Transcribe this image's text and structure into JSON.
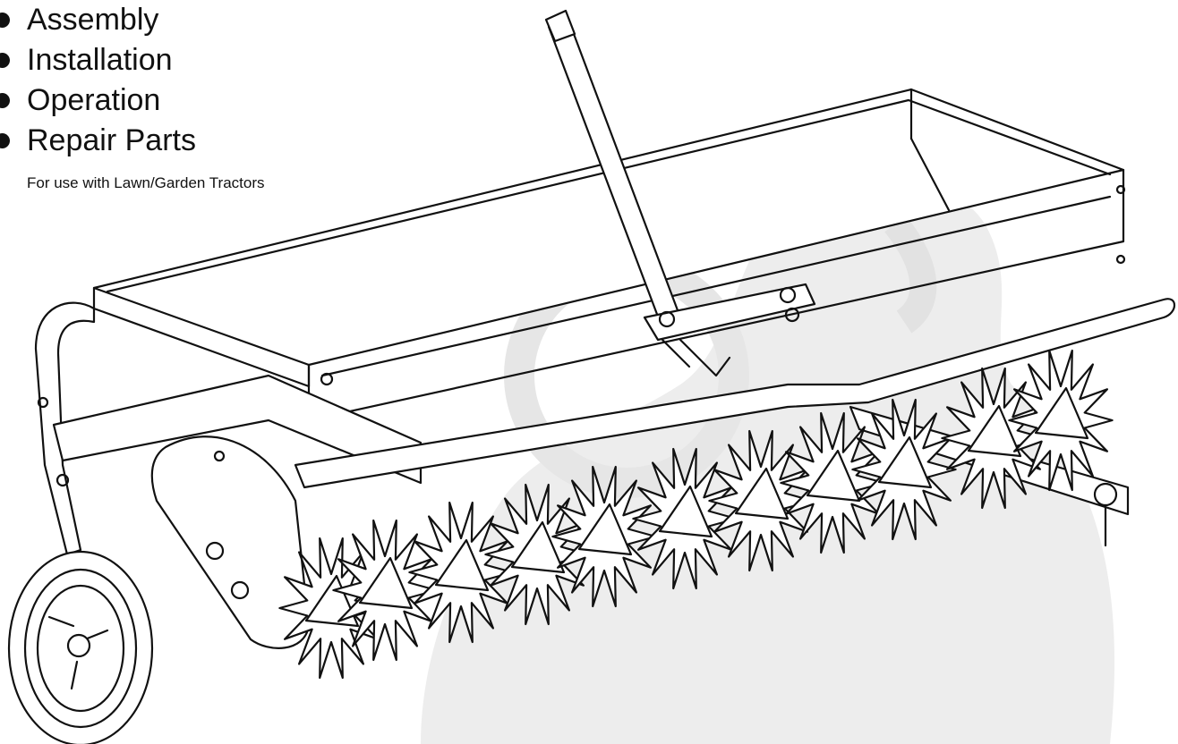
{
  "features": [
    "Assembly",
    "Installation",
    "Operation",
    "Repair Parts"
  ],
  "usage_note": "For use with Lawn/Garden Tractors",
  "illustration": {
    "subject": "tow-behind lawn spike aerator",
    "line_color": "#111111",
    "watermark_color": "#ececec"
  }
}
